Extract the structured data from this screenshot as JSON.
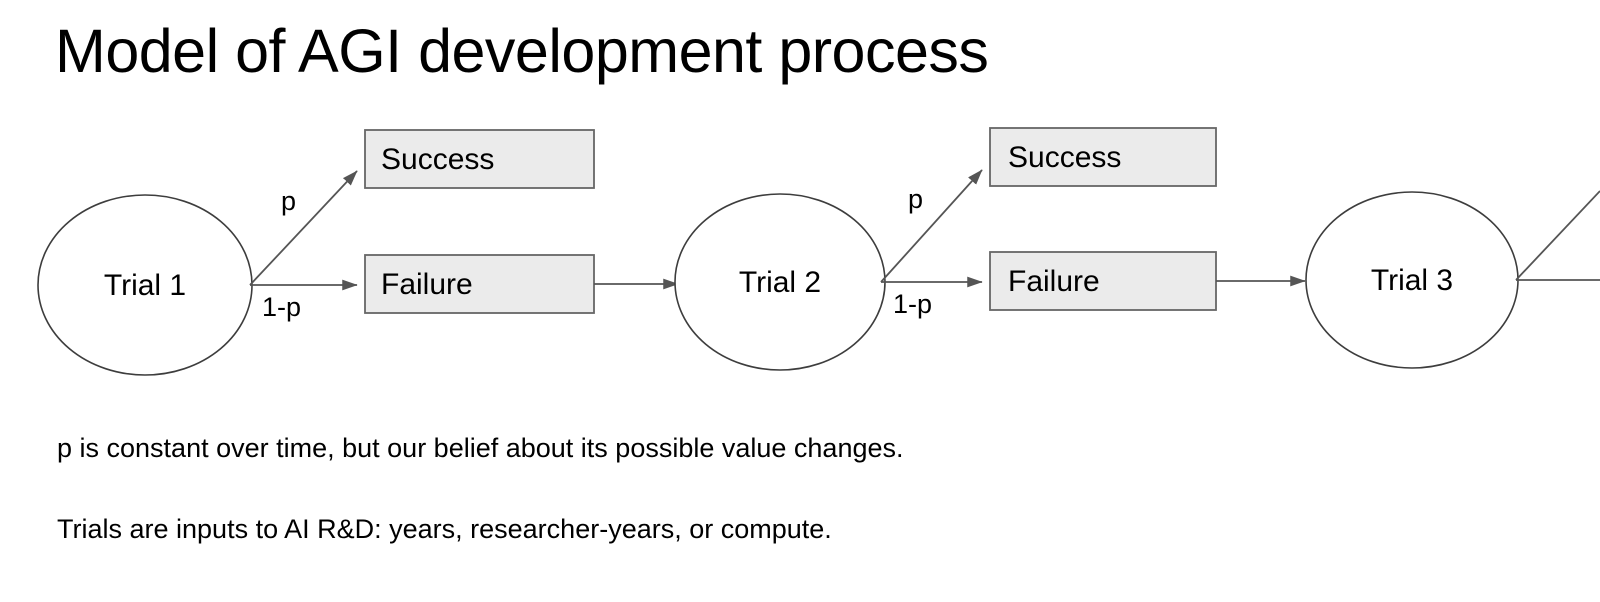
{
  "slide": {
    "title": "Model of AGI development process",
    "background_color": "#ffffff",
    "text_color": "#000000"
  },
  "diagram": {
    "type": "flowchart",
    "node_fill": "#ffffff",
    "node_stroke": "#3d3d3d",
    "box_fill": "#ebebeb",
    "box_stroke": "#666666",
    "edge_stroke": "#555555",
    "trials": [
      {
        "id": "trial-1",
        "label": "Trial 1",
        "success_label": "Success",
        "failure_label": "Failure",
        "success_edge_label": "p",
        "failure_edge_label": "1-p"
      },
      {
        "id": "trial-2",
        "label": "Trial 2",
        "success_label": "Success",
        "failure_label": "Failure",
        "success_edge_label": "p",
        "failure_edge_label": "1-p"
      },
      {
        "id": "trial-3",
        "label": "Trial 3",
        "success_label": "",
        "failure_label": "",
        "success_edge_label": "",
        "failure_edge_label": ""
      }
    ]
  },
  "body": {
    "line_1": "p is constant over time, but our belief about its possible value changes.",
    "line_2": "Trials are inputs to AI R&D: years, researcher-years, or compute."
  }
}
